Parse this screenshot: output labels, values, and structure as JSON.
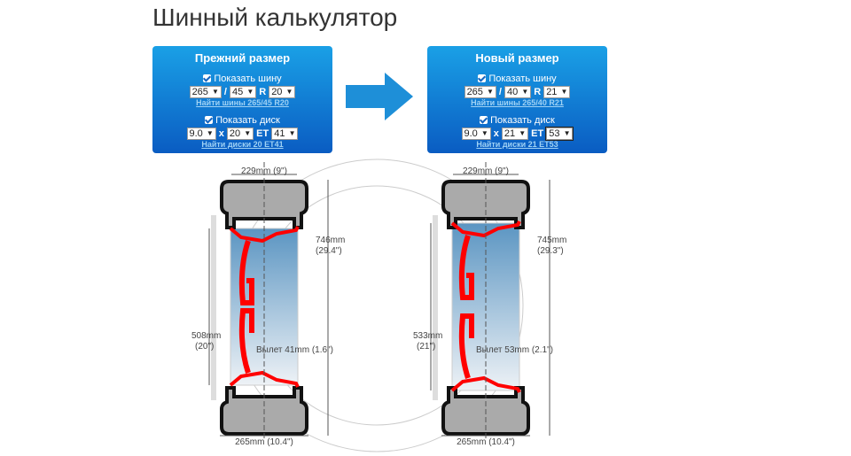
{
  "title": "Шинный калькулятор",
  "panels": [
    {
      "heading": "Прежний размер",
      "show_tire": "Показать шину",
      "width": "265",
      "profile": "45",
      "r": "R",
      "diameter": "20",
      "tire_link": "Найти шины 265/45 R20",
      "show_disc": "Показать диск",
      "rim_width": "9.0",
      "x": "x",
      "rim_diam": "20",
      "et_label": "ET",
      "et": "41",
      "disc_link": "Найти диски 20 ET41"
    },
    {
      "heading": "Новый размер",
      "show_tire": "Показать шину",
      "width": "265",
      "profile": "40",
      "r": "R",
      "diameter": "21",
      "tire_link": "Найти шины 265/40 R21",
      "show_disc": "Показать диск",
      "rim_width": "9.0",
      "x": "x",
      "rim_diam": "21",
      "et_label": "ET",
      "et": "53",
      "disc_link": "Найти диски 21 ET53"
    }
  ],
  "wheels": [
    {
      "rim_width_label": "229mm (9\")",
      "outer_mm": "746mm",
      "outer_in": "(29.4\")",
      "rim_mm": "508mm",
      "rim_in": "(20\")",
      "offset_label": "Вылет 41mm (1.6\")",
      "tire_width_label": "265mm (10.4\")"
    },
    {
      "rim_width_label": "229mm (9\")",
      "outer_mm": "745mm",
      "outer_in": "(29.3\")",
      "rim_mm": "533mm",
      "rim_in": "(21\")",
      "offset_label": "Вылет 53mm (2.1\")",
      "tire_width_label": "265mm (10.4\")"
    }
  ],
  "colors": {
    "panel": "#0a7fd6",
    "arrow": "#1e8fd8",
    "spoke": "#ff0000"
  }
}
